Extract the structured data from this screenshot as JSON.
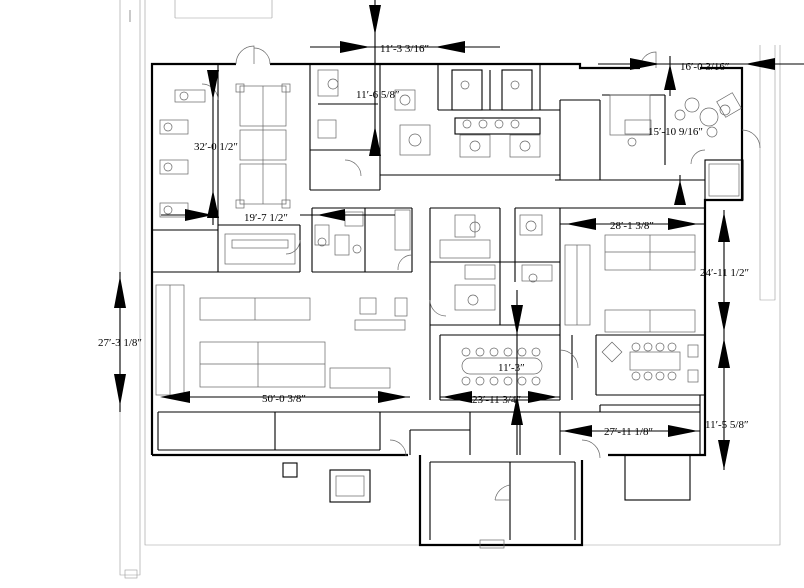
{
  "drawing": {
    "dimensions": [
      {
        "id": "d1",
        "text": "11′-3 3/16″"
      },
      {
        "id": "d2",
        "text": "16′-0 3/16″"
      },
      {
        "id": "d3",
        "text": "11′-6 5/8″"
      },
      {
        "id": "d4",
        "text": "32′-0 1/2″"
      },
      {
        "id": "d5",
        "text": "15′-10 9/16″"
      },
      {
        "id": "d6",
        "text": "19′-7 1/2″"
      },
      {
        "id": "d7",
        "text": "28′-1 3/8″"
      },
      {
        "id": "d8",
        "text": "24′-11 1/2″"
      },
      {
        "id": "d9",
        "text": "27′-3 1/8″"
      },
      {
        "id": "d10",
        "text": "11′-3″"
      },
      {
        "id": "d11",
        "text": "50′-0 3/8″"
      },
      {
        "id": "d12",
        "text": "23′-11 3/4″"
      },
      {
        "id": "d13",
        "text": "27′-11 1/8″"
      },
      {
        "id": "d14",
        "text": "11′-5 5/8″"
      }
    ]
  }
}
